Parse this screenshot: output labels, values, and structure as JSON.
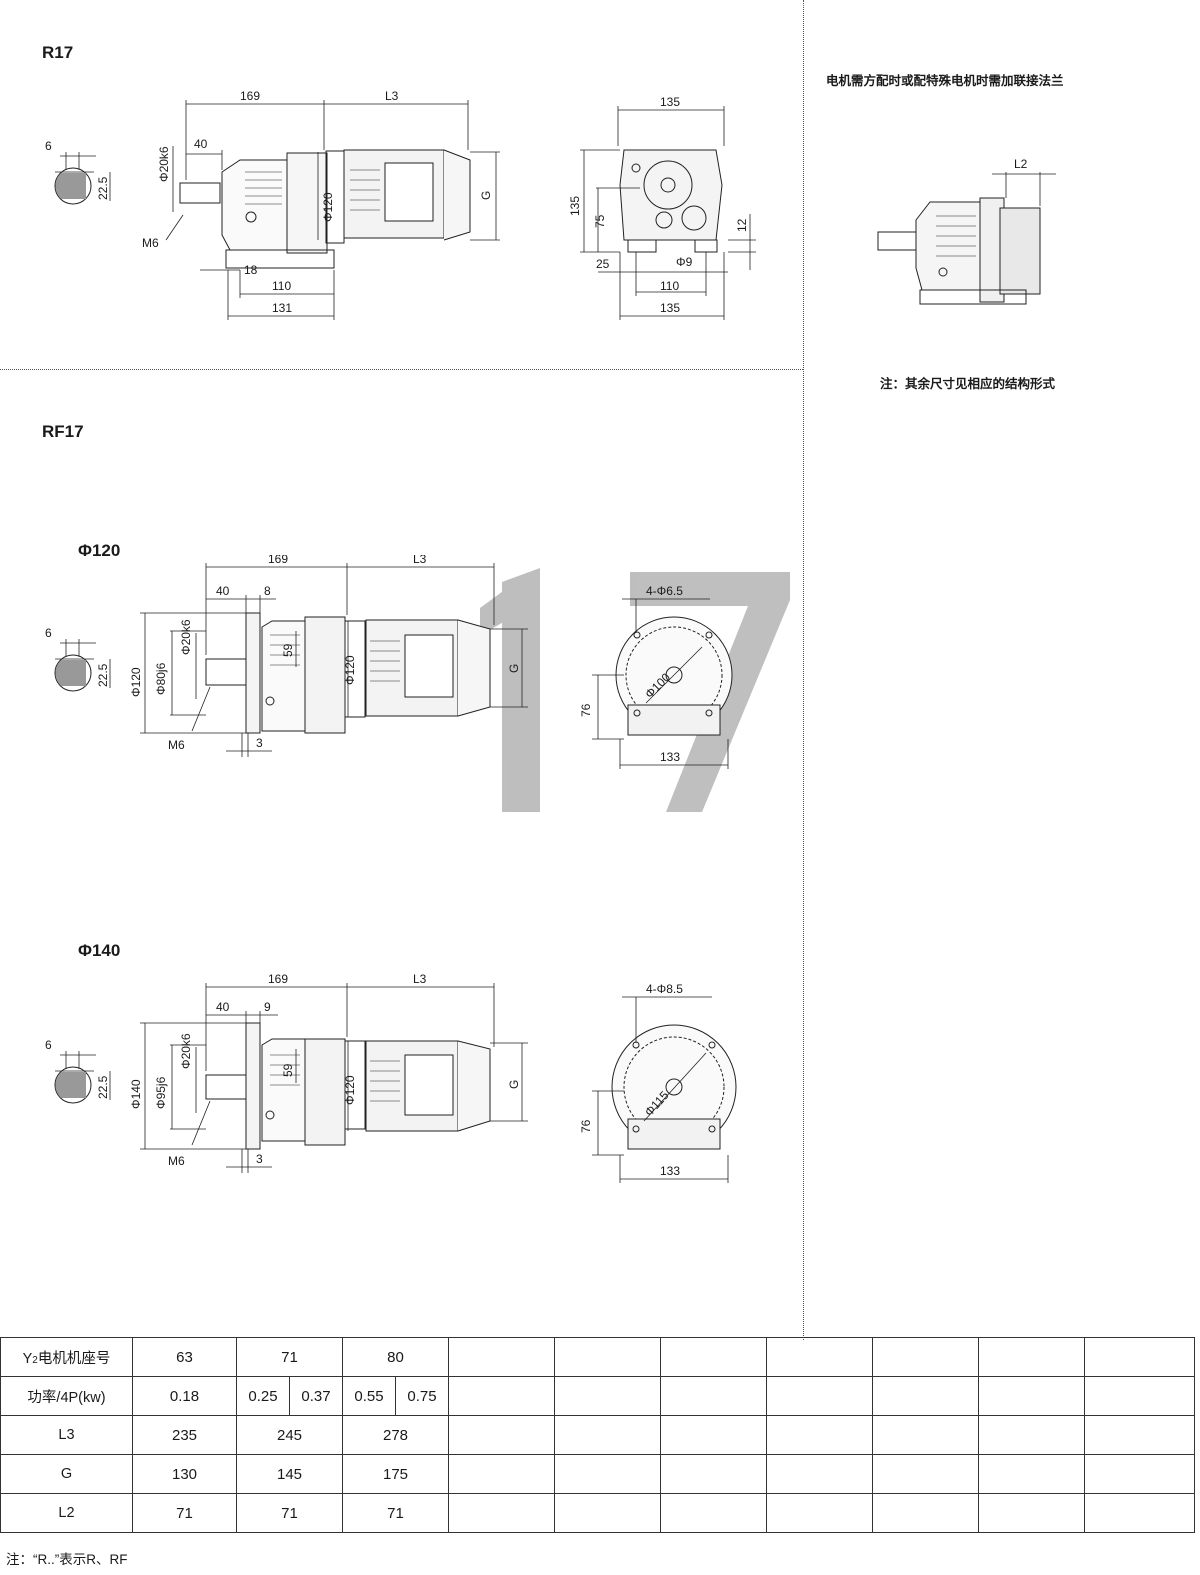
{
  "sections": {
    "r17_title": "R17",
    "rf17_title": "RF17",
    "phi120_title": "Φ120",
    "phi140_title": "Φ140"
  },
  "notes": {
    "flange_note": "电机需方配时或配特殊电机时需加联接法兰",
    "other_dims_note": "注：其余尺寸见相应的结构形式",
    "footnote": "注：“R..”表示R、RF"
  },
  "r17_dims": {
    "d6": "6",
    "d22_5": "22.5",
    "d169": "169",
    "dL3": "L3",
    "d40": "40",
    "phi20k6": "Φ20k6",
    "phi120": "Φ120",
    "dG": "G",
    "m6": "M6",
    "d18": "18",
    "d110": "110",
    "d131": "131",
    "side_135_top": "135",
    "side_135_left": "135",
    "side_75": "75",
    "side_12": "12",
    "side_25": "25",
    "side_phi9": "Φ9",
    "side_110": "110",
    "side_135_bottom": "135"
  },
  "flange_dims": {
    "dL2": "L2"
  },
  "phi120_dims": {
    "d6": "6",
    "d22_5": "22.5",
    "d169": "169",
    "dL3": "L3",
    "d40": "40",
    "d8": "8",
    "phi20k6": "Φ20k6",
    "phi120": "Φ120",
    "phi80j6": "Φ80j6",
    "d59": "59",
    "phi120_motor": "Φ120",
    "dG": "G",
    "m6": "M6",
    "d3": "3",
    "holes": "4-Φ6.5",
    "phi100": "Φ100",
    "d76": "76",
    "d133": "133"
  },
  "phi140_dims": {
    "d6": "6",
    "d22_5": "22.5",
    "d169": "169",
    "dL3": "L3",
    "d40": "40",
    "d9": "9",
    "phi20k6": "Φ20k6",
    "phi140": "Φ140",
    "phi95j6": "Φ95j6",
    "d59": "59",
    "phi120_motor": "Φ120",
    "dG": "G",
    "m6": "M6",
    "d3": "3",
    "holes": "4-Φ8.5",
    "phi115": "Φ115",
    "d76": "76",
    "d133": "133"
  },
  "watermark": {
    "text": "17",
    "color": "#b8b8b8"
  },
  "table": {
    "row_header_motor_main": "Y",
    "row_header_motor_sub": "2",
    "row_header_motor_rest": "电机机座号",
    "row_header_power": "功率/4P(kw)",
    "row_header_L3": "L3",
    "row_header_G": "G",
    "row_header_L2": "L2",
    "frame_sizes": [
      "63",
      "71",
      "80"
    ],
    "powers": [
      "0.18",
      "0.25",
      "0.37",
      "0.55",
      "0.75"
    ],
    "L3": [
      "235",
      "245",
      "278"
    ],
    "G": [
      "130",
      "145",
      "175"
    ],
    "L2": [
      "71",
      "71",
      "71"
    ]
  }
}
